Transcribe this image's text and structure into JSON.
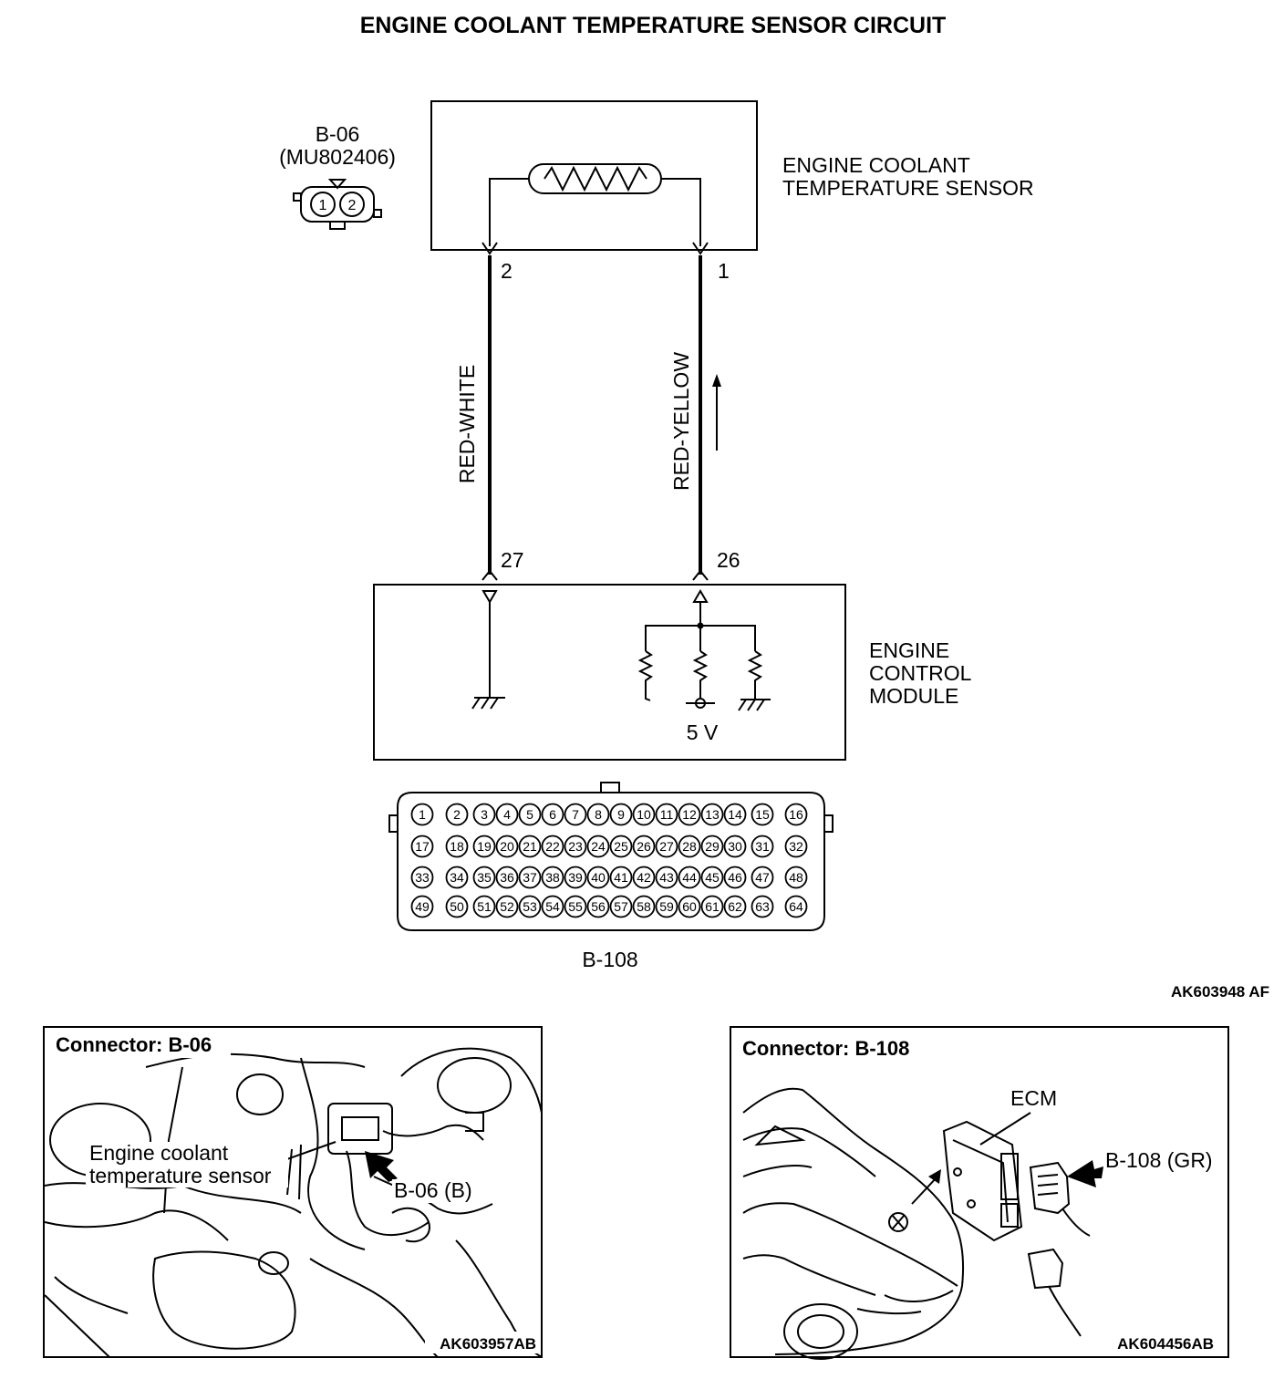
{
  "title": "ENGINE COOLANT TEMPERATURE SENSOR CIRCUIT",
  "sensor": {
    "name_line1": "ENGINE COOLANT",
    "name_line2": "TEMPERATURE SENSOR",
    "connector_id": "B-06",
    "part_number": "(MU802406)",
    "pin_a": "1",
    "pin_b": "2"
  },
  "wires": {
    "left": {
      "color": "RED-WHITE",
      "sensor_pin": "2",
      "ecm_pin": "27"
    },
    "right": {
      "color": "RED-YELLOW",
      "sensor_pin": "1",
      "ecm_pin": "26"
    }
  },
  "ecm": {
    "name_line1": "ENGINE",
    "name_line2": "CONTROL",
    "name_line3": "MODULE",
    "supply": "5 V",
    "connector_id": "B-108"
  },
  "connector_pins": {
    "row1": [
      "1",
      "2",
      "3",
      "4",
      "5",
      "6",
      "7",
      "8",
      "9",
      "10",
      "11",
      "12",
      "13",
      "14",
      "15",
      "16"
    ],
    "row2": [
      "17",
      "18",
      "19",
      "20",
      "21",
      "22",
      "23",
      "24",
      "25",
      "26",
      "27",
      "28",
      "29",
      "30",
      "31",
      "32"
    ],
    "row3": [
      "33",
      "34",
      "35",
      "36",
      "37",
      "38",
      "39",
      "40",
      "41",
      "42",
      "43",
      "44",
      "45",
      "46",
      "47",
      "48"
    ],
    "row4": [
      "49",
      "50",
      "51",
      "52",
      "53",
      "54",
      "55",
      "56",
      "57",
      "58",
      "59",
      "60",
      "61",
      "62",
      "63",
      "64"
    ]
  },
  "diagram_code": "AK603948 AF",
  "panel_left": {
    "title": "Connector: B-06",
    "callout_line1": "Engine coolant",
    "callout_line2": "temperature sensor",
    "connector_label": "B-06 (B)",
    "code": "AK603957AB"
  },
  "panel_right": {
    "title": "Connector: B-108",
    "ecm_label": "ECM",
    "connector_label": "B-108 (GR)",
    "code": "AK604456AB"
  }
}
